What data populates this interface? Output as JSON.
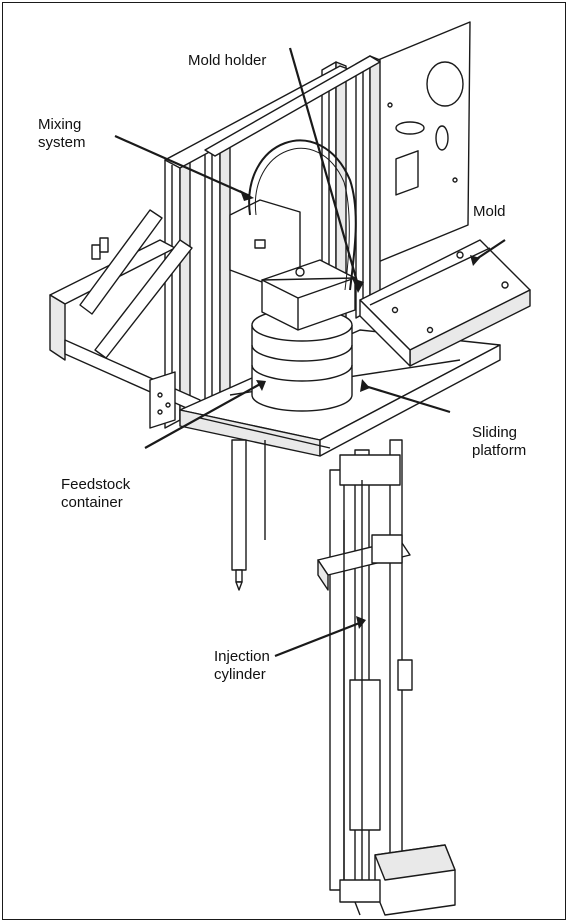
{
  "labels": {
    "mold_holder": "Mold holder",
    "mixing_system": [
      "Mixing",
      "system"
    ],
    "mold": "Mold",
    "sliding_platform": [
      "Sliding",
      "platform"
    ],
    "feedstock_container": [
      "Feedstock",
      "container"
    ],
    "injection_cylinder": [
      "Injection",
      "cylinder"
    ]
  },
  "colors": {
    "ink": "#1a1a1a",
    "paper": "#ffffff",
    "shade": "#e9e9e9"
  }
}
